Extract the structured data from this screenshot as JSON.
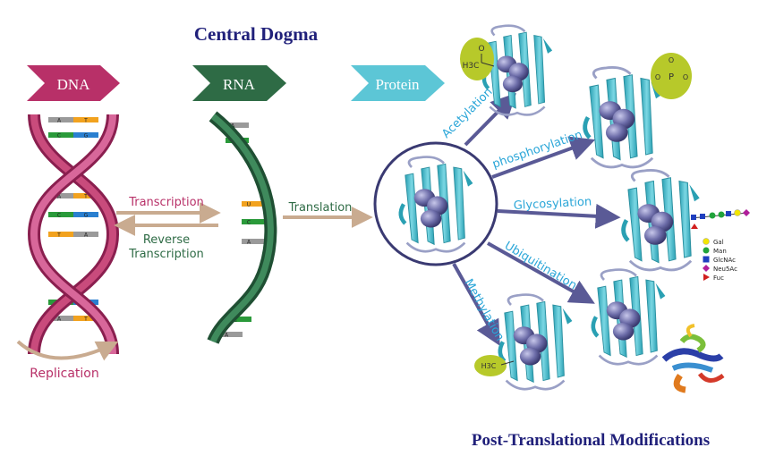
{
  "title": "Central Dogma",
  "footer_title": "Post-Translational Modifications",
  "stages": {
    "dna": "DNA",
    "rna": "RNA",
    "protein": "Protein"
  },
  "processes": {
    "transcription": "Transcription",
    "reverse_transcription_line1": "Reverse",
    "reverse_transcription_line2": "Transcription",
    "translation": "Translation",
    "replication": "Replication"
  },
  "modifications": {
    "acetylation": "Acetylation",
    "phosphorylation": "phosphorylation",
    "glycosylation": "Glycosylation",
    "ubiquitination": "Ubiquitination",
    "methylation": "Methylation"
  },
  "dna_bases_left": [
    "A",
    "C",
    "A",
    "C",
    "T",
    "C",
    "A"
  ],
  "dna_bases_right": [
    "T",
    "G",
    "T",
    "G",
    "A",
    "G",
    "T"
  ],
  "rna_bases": [
    "A",
    "C",
    "U",
    "C",
    "A",
    "C",
    "A"
  ],
  "chem_labels": {
    "acetyl_group": "H3C",
    "acetyl_oxygen": "O",
    "phosphate_p": "P",
    "phosphate_o": "O",
    "methyl_group": "H3C"
  },
  "glycan_legend": [
    {
      "label": "Gal",
      "color": "#f2e600",
      "shape": "circle"
    },
    {
      "label": "Man",
      "color": "#21a33b",
      "shape": "circle"
    },
    {
      "label": "GlcNAc",
      "color": "#1f3fbf",
      "shape": "square"
    },
    {
      "label": "Neu5Ac",
      "color": "#b01e9a",
      "shape": "diamond"
    },
    {
      "label": "Fuc",
      "color": "#d11f1f",
      "shape": "triangle"
    }
  ],
  "colors": {
    "title": "#20207a",
    "dna": "#b83068",
    "rna": "#2e6b45",
    "protein": "#5cc6d6",
    "arrow_ptm": "#5a5a96",
    "arrow_process": "#c9ab90",
    "ptm_text": "#2aa6d8",
    "chem_bubble": "#b7c92a"
  }
}
